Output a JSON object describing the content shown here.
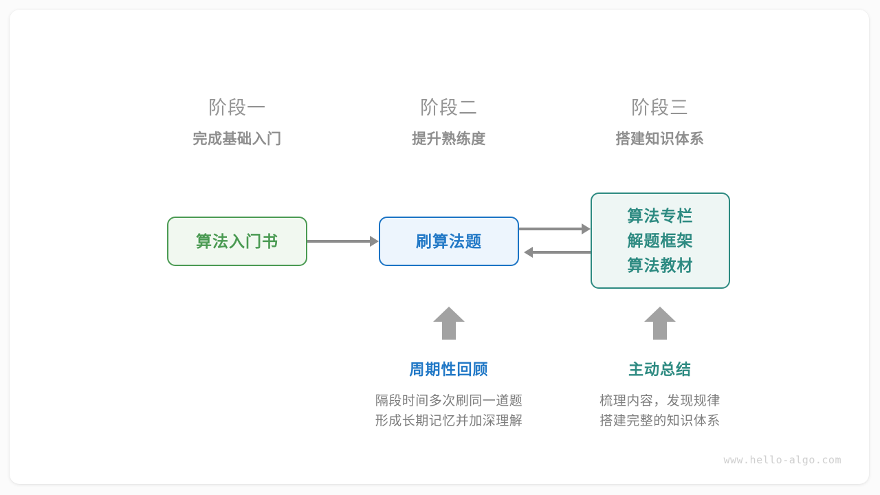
{
  "colors": {
    "green": "#4a9a52",
    "blue": "#2178c6",
    "teal": "#2d8a81",
    "gray_arrow": "#8c8c8c",
    "gray_text": "#8e8e8e"
  },
  "stages": [
    {
      "title": "阶段一",
      "subtitle": "完成基础入门"
    },
    {
      "title": "阶段二",
      "subtitle": "提升熟练度"
    },
    {
      "title": "阶段三",
      "subtitle": "搭建知识体系"
    }
  ],
  "nodes": {
    "green": {
      "label": "算法入门书"
    },
    "blue": {
      "label": "刷算法题"
    },
    "teal": {
      "line1": "算法专栏",
      "line2": "解题框架",
      "line3": "算法教材"
    }
  },
  "annotations": [
    {
      "title": "周期性回顾",
      "desc_line1": "隔段时间多次刷同一道题",
      "desc_line2": "形成长期记忆并加深理解"
    },
    {
      "title": "主动总结",
      "desc_line1": "梳理内容，发现规律",
      "desc_line2": "搭建完整的知识体系"
    }
  ],
  "footer": {
    "url": "www.hello-algo.com"
  }
}
